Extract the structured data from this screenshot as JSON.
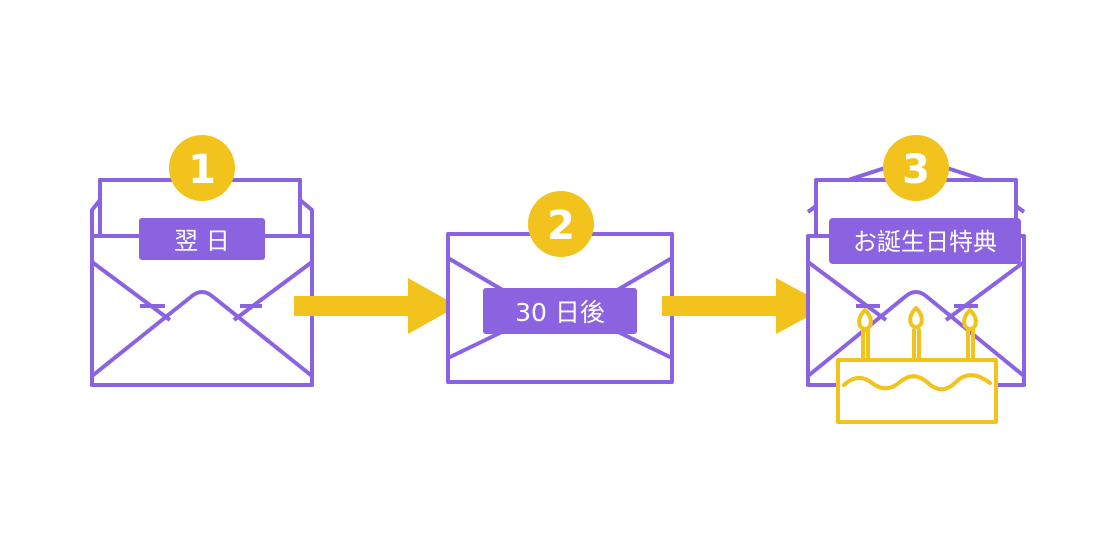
{
  "colors": {
    "purple": "#8b63e0",
    "yellow": "#f2c31c",
    "background": "#ffffff",
    "label_text": "#ffffff"
  },
  "steps": [
    {
      "number": "1",
      "label": "翌 日",
      "icon": "open-envelope-icon"
    },
    {
      "number": "2",
      "label": "30 日後",
      "icon": "closed-envelope-icon"
    },
    {
      "number": "3",
      "label": "お誕生日特典",
      "icon": "open-envelope-with-cake-icon"
    }
  ],
  "arrows": [
    {
      "from": "1",
      "to": "2",
      "icon": "arrow-right-icon"
    },
    {
      "from": "2",
      "to": "3",
      "icon": "arrow-right-icon"
    }
  ]
}
